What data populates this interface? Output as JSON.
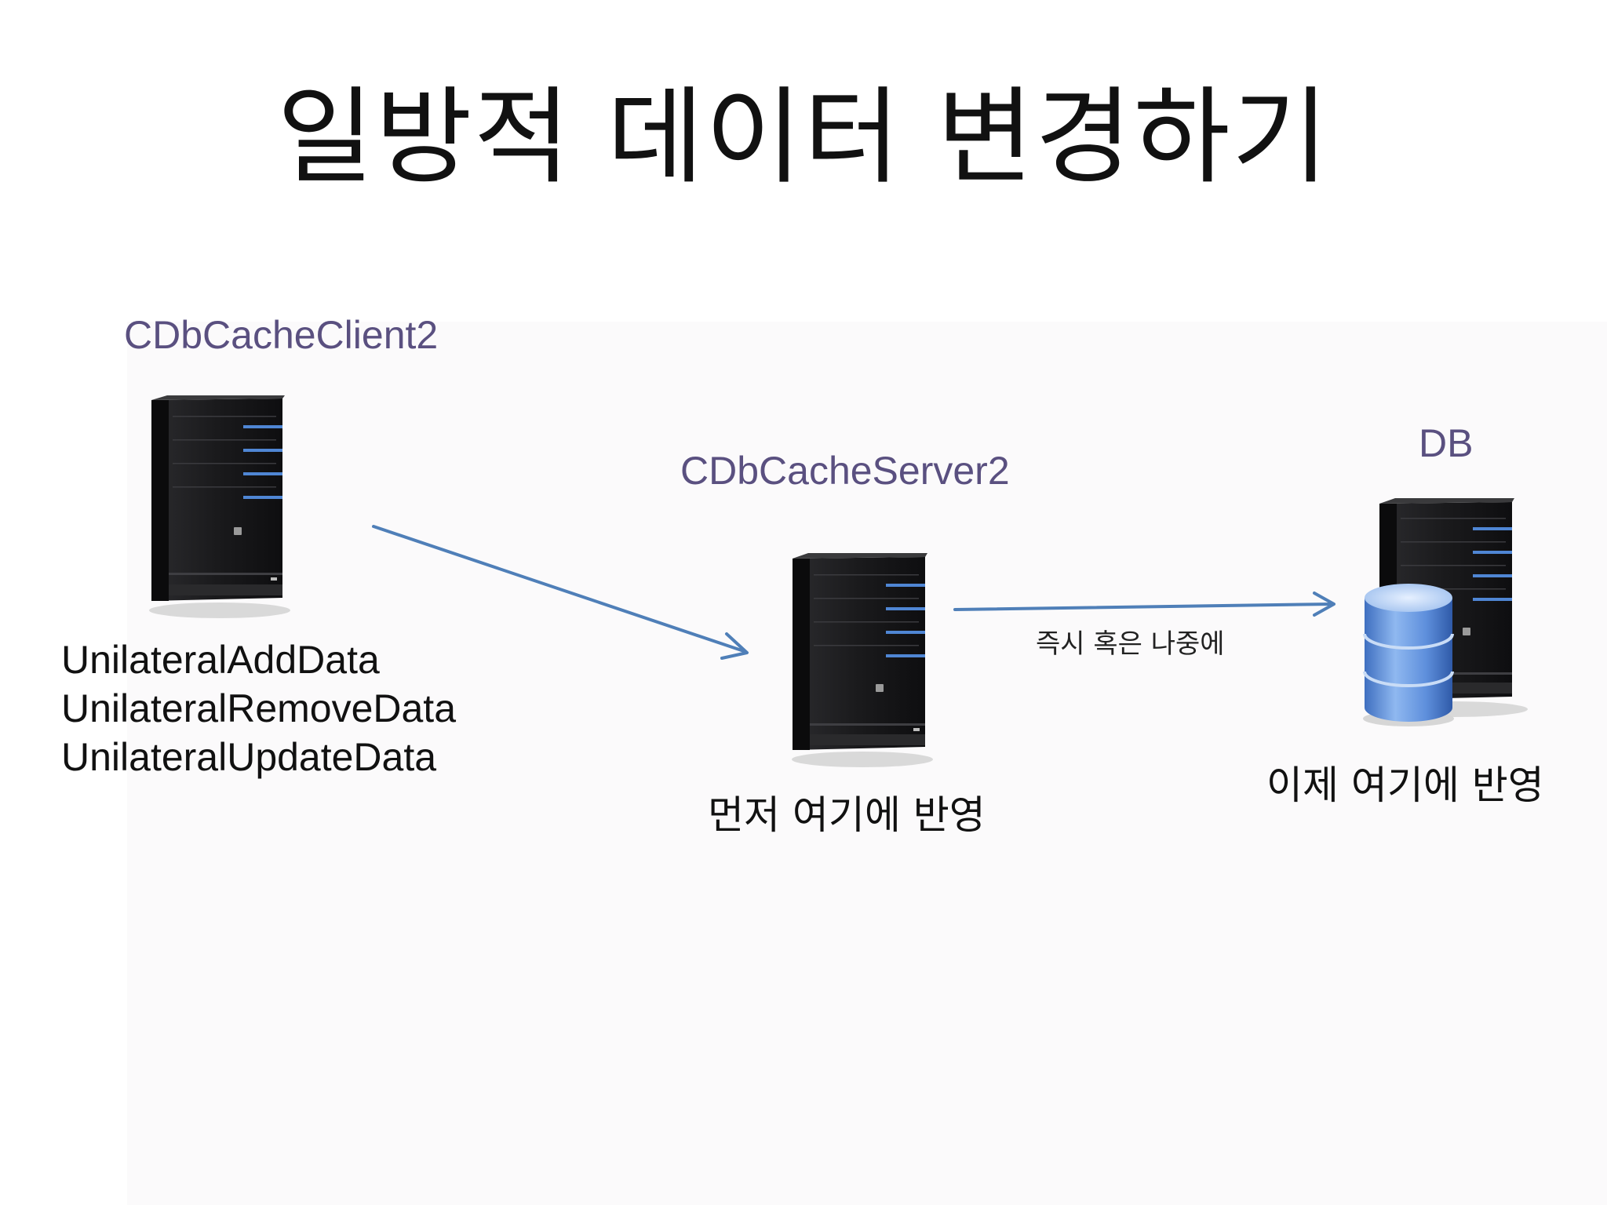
{
  "title": "일방적 데이터 변경하기",
  "nodes": {
    "client": {
      "label": "CDbCacheClient2"
    },
    "server": {
      "label": "CDbCacheServer2",
      "caption": "먼저 여기에 반영"
    },
    "db": {
      "label": "DB",
      "caption": "이제 여기에 반영"
    }
  },
  "operations": [
    "UnilateralAddData",
    "UnilateralRemoveData",
    "UnilateralUpdateData"
  ],
  "edges": {
    "client_to_server": {
      "label": ""
    },
    "server_to_db": {
      "label": "즉시 혹은 나중에"
    }
  },
  "colors": {
    "node_label": "#5a5080",
    "arrow": "#4f7fb8",
    "server_body": "#1d1d1f",
    "server_light": "#4f86d4",
    "db_cylinder": "#6f9fe0"
  },
  "icons": {
    "server": "server-tower-icon",
    "database": "database-cylinder-icon"
  }
}
